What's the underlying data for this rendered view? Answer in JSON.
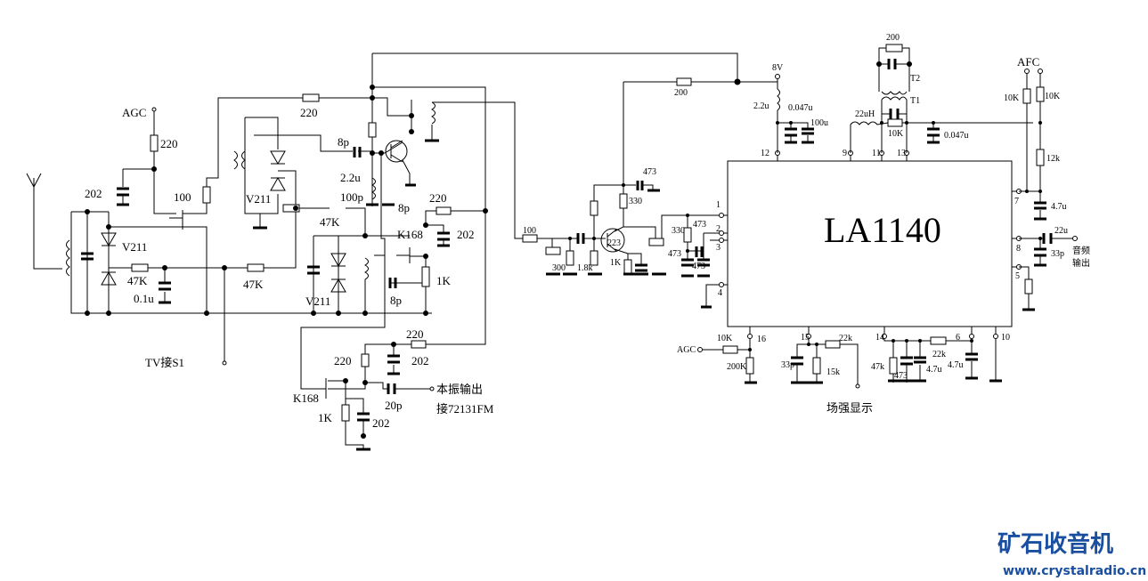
{
  "ic": {
    "name": "LA1140"
  },
  "left_labels": [
    "AGC",
    "220",
    "202",
    "100",
    "V211",
    "47K",
    "0.1u",
    "47K",
    "V211",
    "220",
    "8p",
    "2.2u",
    "100p",
    "8p",
    "220",
    "202",
    "K168",
    "47K",
    "1K",
    "V211",
    "8p",
    "TV接S1",
    "220",
    "220",
    "202",
    "K168",
    "20p",
    "本振输出",
    "接72131FM",
    "1K",
    "202"
  ],
  "mid_labels": [
    "200",
    "473",
    "330",
    "100",
    "223",
    "300",
    "1.8k",
    "1K",
    "330",
    "473",
    "473",
    "473"
  ],
  "pin_labels": [
    "1",
    "2",
    "3",
    "4",
    "5",
    "6",
    "7",
    "8",
    "9",
    "10",
    "11",
    "12",
    "13",
    "14",
    "15",
    "16"
  ],
  "right_labels": [
    "8V",
    "2.2u",
    "0.047u",
    "100u",
    "200",
    "T2",
    "T1",
    "22uH",
    "10K",
    "0.047u",
    "AFC",
    "10K",
    "10K",
    "12k",
    "4.7u",
    "22u",
    "33p",
    "音频",
    "输出",
    "10K",
    "AGC",
    "200K",
    "22k",
    "33p",
    "15k",
    "22k",
    "47k",
    "473",
    "4.7u",
    "4.7u",
    "场强显示"
  ],
  "watermark": {
    "logo": "矿石收音机",
    "url": "www.crystalradio.cn",
    "color": "#1a4fa0"
  }
}
